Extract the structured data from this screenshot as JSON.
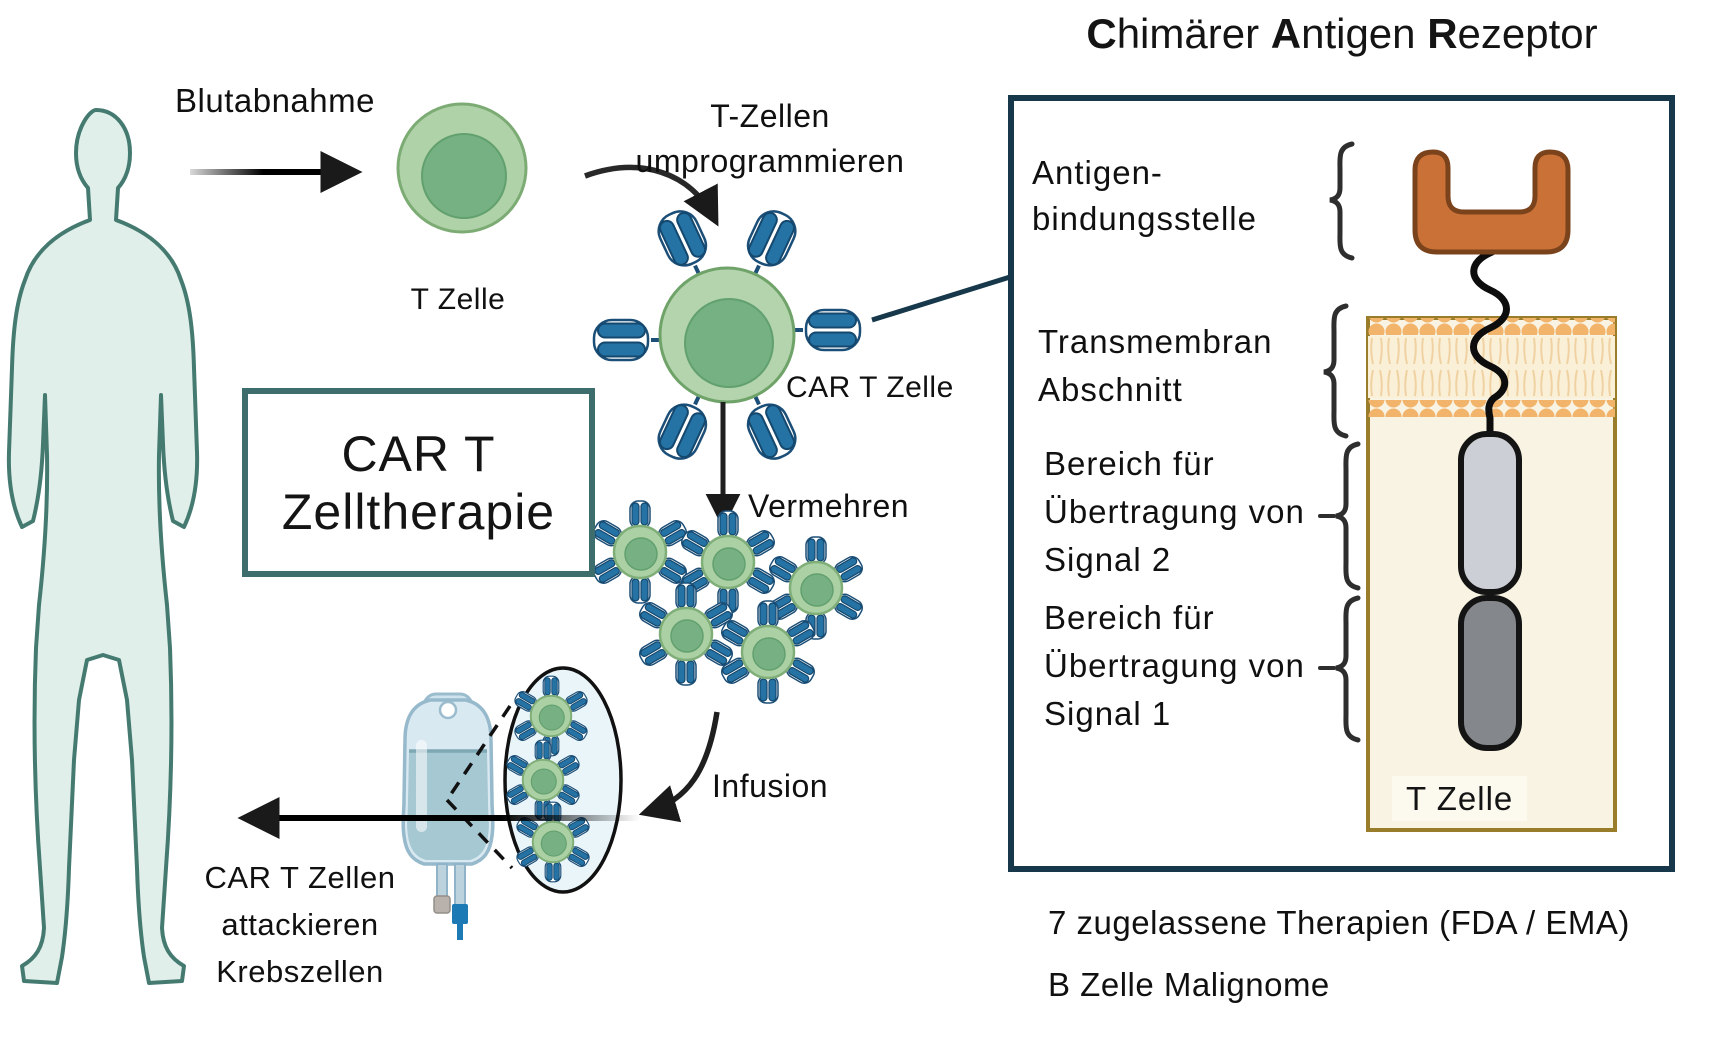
{
  "header": {
    "title_parts": [
      {
        "bold": "C",
        "rest": "himärer "
      },
      {
        "bold": "A",
        "rest": "ntigen "
      },
      {
        "bold": "R",
        "rest": "ezeptor"
      }
    ]
  },
  "flow": {
    "blutabnahme": "Blutabnahme",
    "reprogram_line1": "T-Zellen",
    "reprogram_line2": "umprogrammieren",
    "t_cell_caption": "T Zelle",
    "car_t_cell_caption": "CAR T Zelle",
    "therapy_box_line1": "CAR T",
    "therapy_box_line2": "Zelltherapie",
    "vermehren": "Vermehren",
    "infusion": "Infusion",
    "attack_line1": "CAR T Zellen",
    "attack_line2": "attackieren",
    "attack_line3": "Krebszellen"
  },
  "receptor_panel": {
    "antigen_line1": "Antigen-",
    "antigen_line2": "bindungsstelle",
    "transmembran_line1": "Transmembran",
    "transmembran_line2": "Abschnitt",
    "signal2_line1": "Bereich für",
    "signal2_line2": "Übertragung von",
    "signal2_line3": "Signal 2",
    "signal1_line1": "Bereich für",
    "signal1_line2": "Übertragung von",
    "signal1_line3": "Signal 1",
    "t_cell_caption": "T Zelle"
  },
  "footer": {
    "line1": "7 zugelassene Therapien (FDA / EMA)",
    "line2": "B Zelle Malignome"
  },
  "colors": {
    "accent_navy": "#16384a",
    "accent_teal": "#3e6d6d",
    "body_fill": "#e0efe9",
    "body_stroke": "#457a71",
    "cell_green": "#afd2a8",
    "nucleus_green": "#75b182",
    "receptor_blue": "#2573a4",
    "antigen_orange": "#c97136",
    "membrane_orange": "#f2b36b",
    "t_cell_cream": "#f8f3e2",
    "pill_light": "#ccd0d6",
    "pill_dark": "#84878b",
    "caption_gray": "#a6a6a6"
  }
}
